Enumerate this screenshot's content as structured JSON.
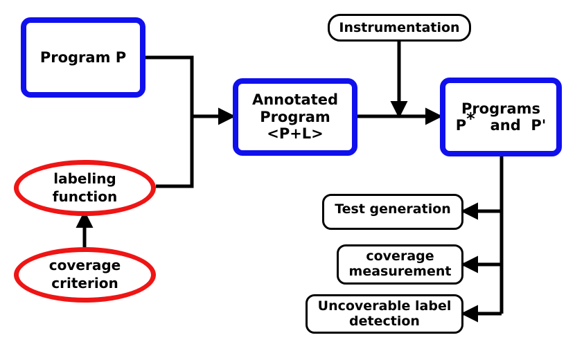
{
  "program": {
    "label": "Program P"
  },
  "annotated": {
    "line1": "Annotated",
    "line2": "Program",
    "line3": "<P+L>"
  },
  "instrumentation": {
    "label": "Instrumentation"
  },
  "programs": {
    "line1": "Programs",
    "p": "P",
    "star": "*",
    "and": "and",
    "pprime": "P'"
  },
  "labeling": {
    "line1": "labeling",
    "line2": "function"
  },
  "coverage_criterion": {
    "line1": "coverage",
    "line2": "criterion"
  },
  "test_generation": {
    "label": "Test generation"
  },
  "coverage_measurement": {
    "line1": "coverage",
    "line2": "measurement"
  },
  "uncoverable": {
    "line1": "Uncoverable label",
    "line2": "detection"
  },
  "colors": {
    "blue_border": "#1010ee",
    "red_border": "#ee1515",
    "black_border": "#000000"
  }
}
